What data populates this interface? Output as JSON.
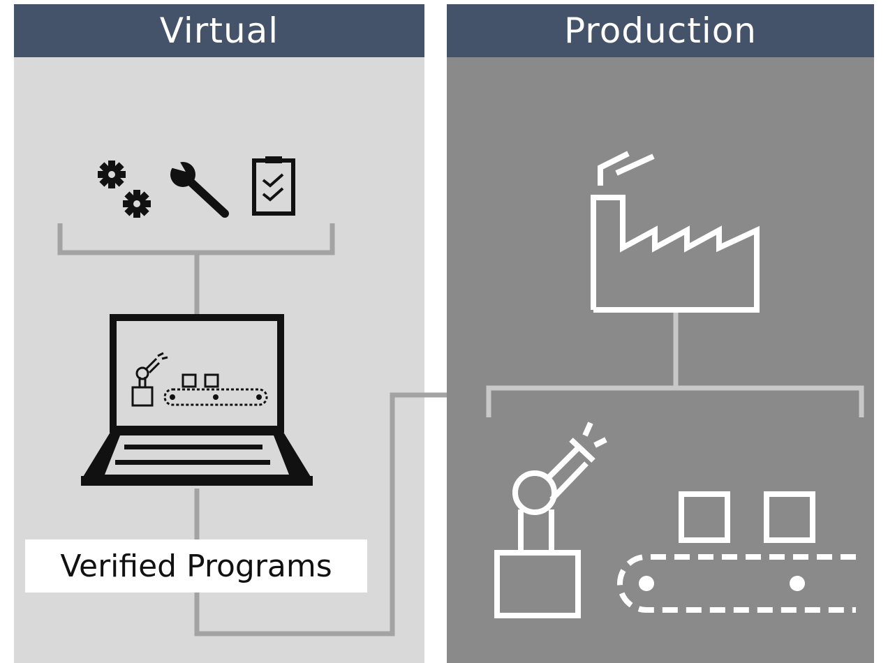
{
  "panels": {
    "virtual": {
      "title": "Virtual",
      "background": "#d9d9d9"
    },
    "production": {
      "title": "Production",
      "background": "#8a8a8a"
    }
  },
  "header_color": "#445369",
  "connector_color": "#a3a3a3",
  "virtual_label": "Verified Programs",
  "icons": [
    "gears-icon",
    "wrench-icon",
    "checklist-icon",
    "laptop-icon",
    "factory-icon",
    "robot-arm-icon",
    "conveyor-icon"
  ]
}
